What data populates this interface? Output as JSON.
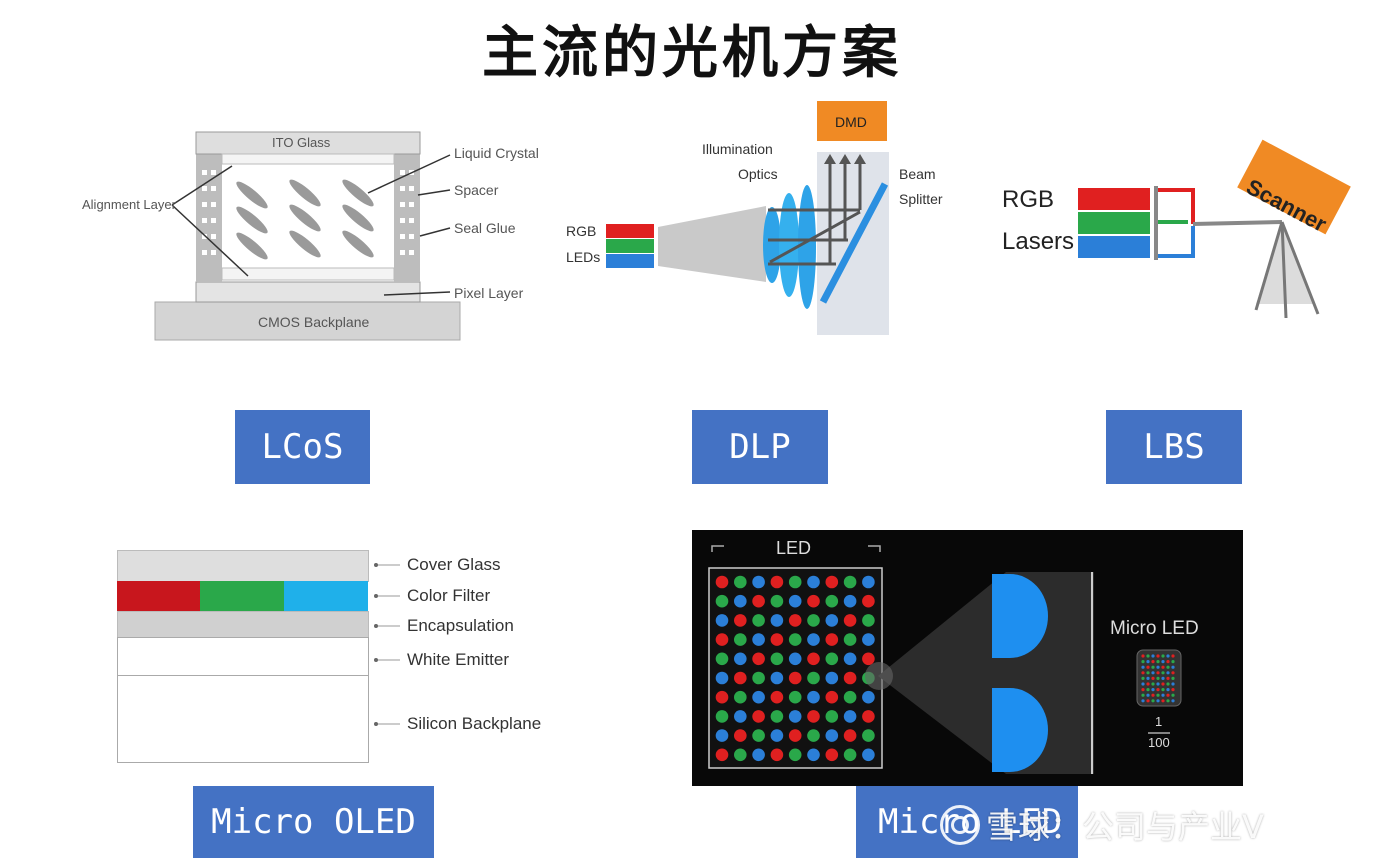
{
  "title": "主流的光机方案",
  "lcos": {
    "label": "LCoS",
    "ito_glass": "ITO Glass",
    "liquid_crystal": "Liquid Crystal",
    "spacer": "Spacer",
    "seal_glue": "Seal Glue",
    "alignment_layer": "Alignment Layer",
    "pixel_layer": "Pixel Layer",
    "cmos_backplane": "CMOS Backplane"
  },
  "dlp": {
    "label": "DLP",
    "dmd": "DMD",
    "illumination_optics_1": "Illumination",
    "illumination_optics_2": "Optics",
    "beam_splitter_1": "Beam",
    "beam_splitter_2": "Splitter",
    "rgb": "RGB",
    "leds": "LEDs"
  },
  "lbs": {
    "label": "LBS",
    "rgb": "RGB",
    "lasers": "Lasers",
    "scanner": "Scanner"
  },
  "micro_oled": {
    "label": "Micro OLED",
    "layers": [
      "Cover Glass",
      "Color Filter",
      "Encapsulation",
      "White Emitter",
      "Silicon Backplane"
    ]
  },
  "micro_led": {
    "label": "Micro LED",
    "led": "LED",
    "panel_label": "Micro LED",
    "fraction_num": "1",
    "fraction_den": "100"
  },
  "watermark": {
    "text": "雪球：公司与产业V"
  },
  "colors": {
    "label_blue": "#4472c4",
    "red": "#e02020",
    "green": "#2aa84a",
    "blue": "#2b7fd8",
    "cyan": "#1fb0ea",
    "orange": "#f08a24"
  }
}
